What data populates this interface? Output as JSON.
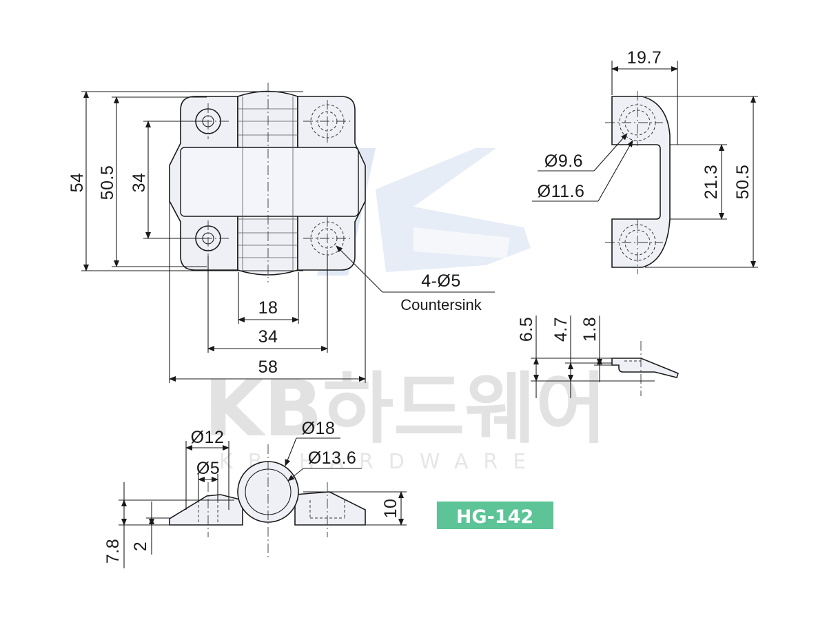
{
  "colors": {
    "part_fill": "#eef0f6",
    "line": "#1a1a1a",
    "watermark": "#e2e2e2",
    "watermark_logo": "#d8e1f0",
    "badge": "#5cc496"
  },
  "watermark": {
    "brand": "KB하드웨어",
    "sub": "KB HARDWARE"
  },
  "model_code": "HG-142",
  "front_view": {
    "dim_54": "54",
    "dim_50_5": "50.5",
    "dim_34_v": "34",
    "dim_18": "18",
    "dim_34_h": "34",
    "dim_58": "58",
    "hole_callout": "4-Ø5",
    "hole_note": "Countersink"
  },
  "side_view": {
    "dim_19_7": "19.7",
    "dim_d9_6": "Ø9.6",
    "dim_d11_6": "Ø11.6",
    "dim_21_3": "21.3",
    "dim_50_5": "50.5"
  },
  "leaf_view": {
    "dim_6_5": "6.5",
    "dim_4_7": "4.7",
    "dim_1_8": "1.8"
  },
  "bottom_view": {
    "dim_d12": "Ø12",
    "dim_d5": "Ø5",
    "dim_d18": "Ø18",
    "dim_d13_6": "Ø13.6",
    "dim_10": "10",
    "dim_7_8": "7.8",
    "dim_2": "2"
  }
}
